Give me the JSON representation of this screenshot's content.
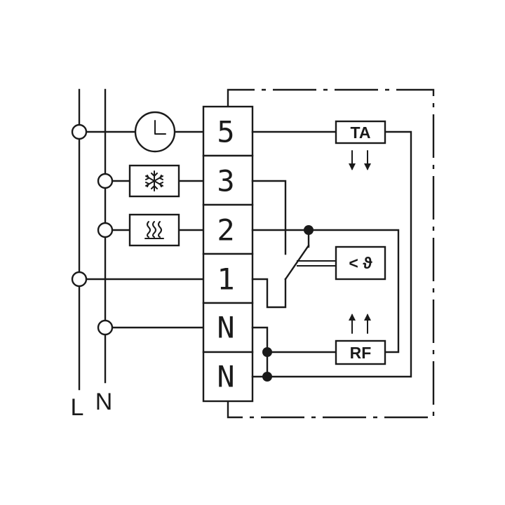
{
  "rails": {
    "live_label": "L",
    "neutral_label": "N"
  },
  "terminals": [
    {
      "id": "t5",
      "label": "5"
    },
    {
      "id": "t3",
      "label": "3"
    },
    {
      "id": "t2",
      "label": "2"
    },
    {
      "id": "t1",
      "label": "1"
    },
    {
      "id": "tn1",
      "label": "N"
    },
    {
      "id": "tn2",
      "label": "N"
    }
  ],
  "modules": {
    "ta_label": "TA",
    "rf_label": "RF",
    "sensor_symbol": "< ϑ"
  },
  "loads": {
    "timer": "clock-icon",
    "cooling": "snowflake-icon",
    "heating": "heating-waves-icon"
  },
  "colors": {
    "line": "#1a1a1a",
    "background": "#ffffff"
  }
}
